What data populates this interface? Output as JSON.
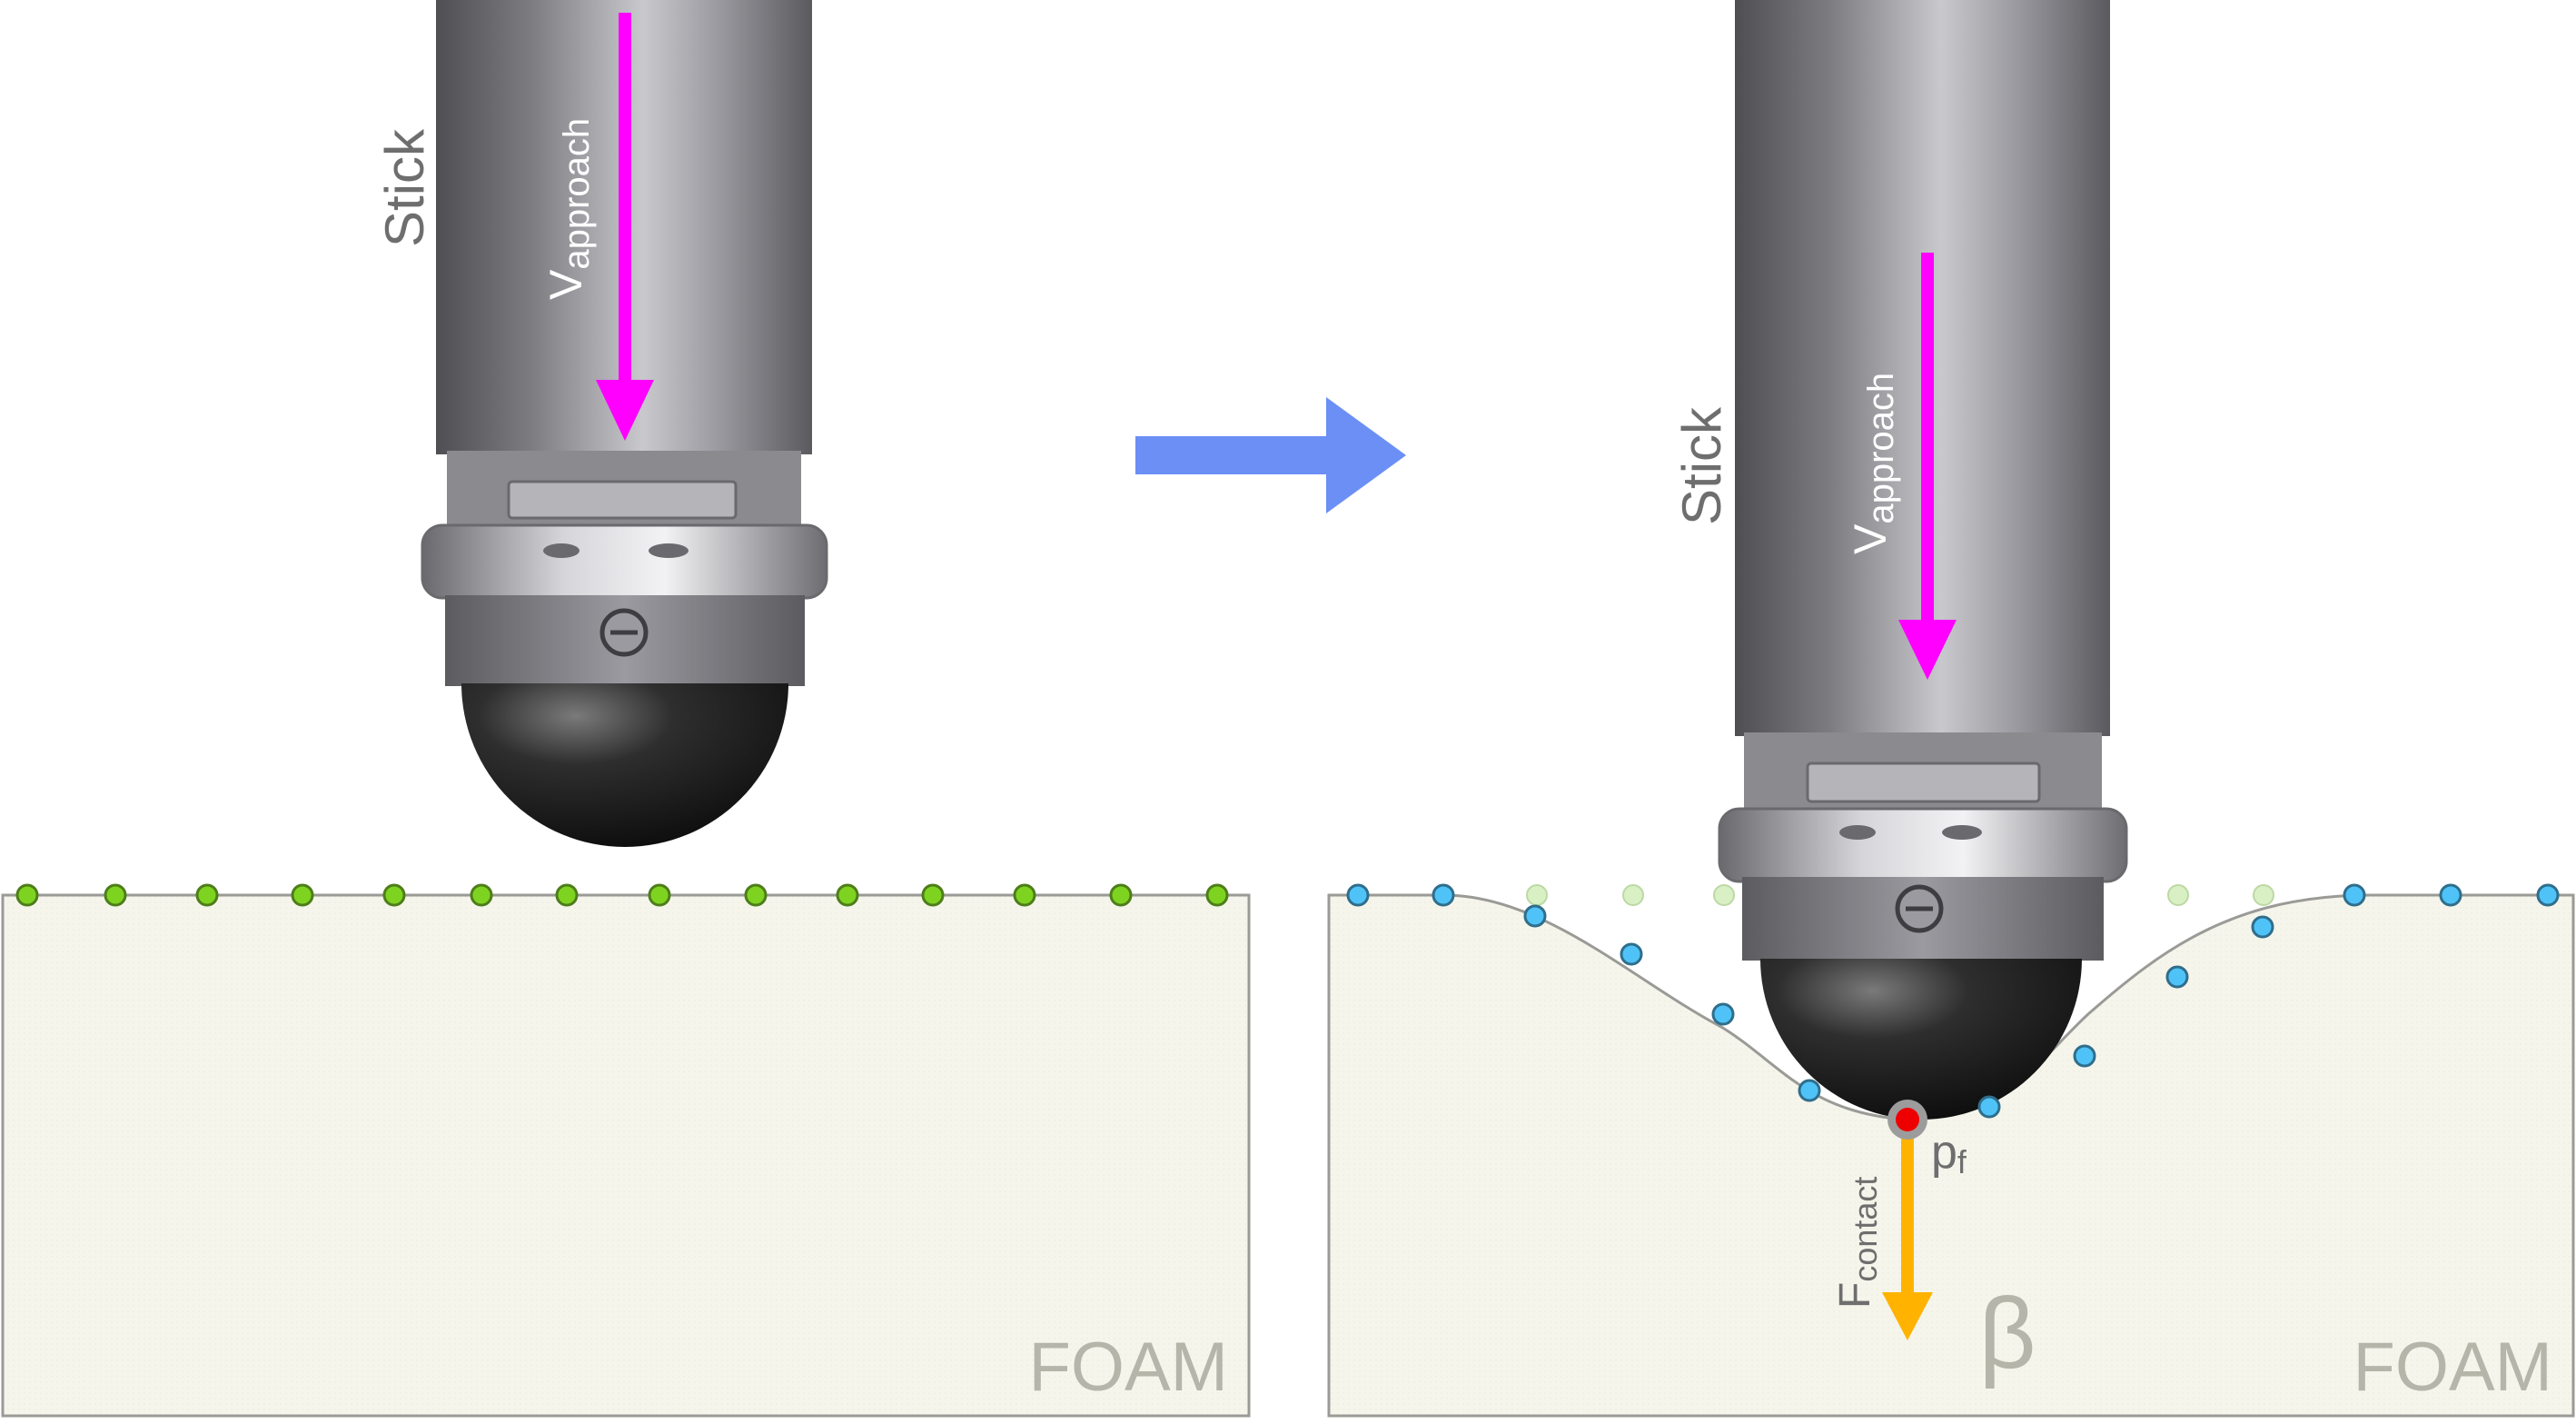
{
  "left_panel": {
    "stick_label": "Stick",
    "velocity_symbol": "V",
    "velocity_subscript": "approach",
    "foam_label": "FOAM"
  },
  "right_panel": {
    "stick_label": "Stick",
    "velocity_symbol": "V",
    "velocity_subscript": "approach",
    "point_symbol": "p",
    "point_subscript": "f",
    "force_symbol": "F",
    "force_subscript": "contact",
    "beta_label": "β",
    "foam_label": "FOAM"
  },
  "colors": {
    "velocity_arrow": "#ff00ff",
    "transition_arrow": "#6b8ff5",
    "force_arrow": "#ffb300",
    "rest_nodes": "#7ed321",
    "deformed_nodes": "#4fc3f7",
    "ghost_nodes": "#d9efc4",
    "contact_point": "#ee0000",
    "foam_fill": "#f5f5ec",
    "foam_border": "#9a9a96",
    "label_gray": "#6e6e6e",
    "foam_text": "#b5b5aa",
    "sphere": "#1e1e1e"
  }
}
